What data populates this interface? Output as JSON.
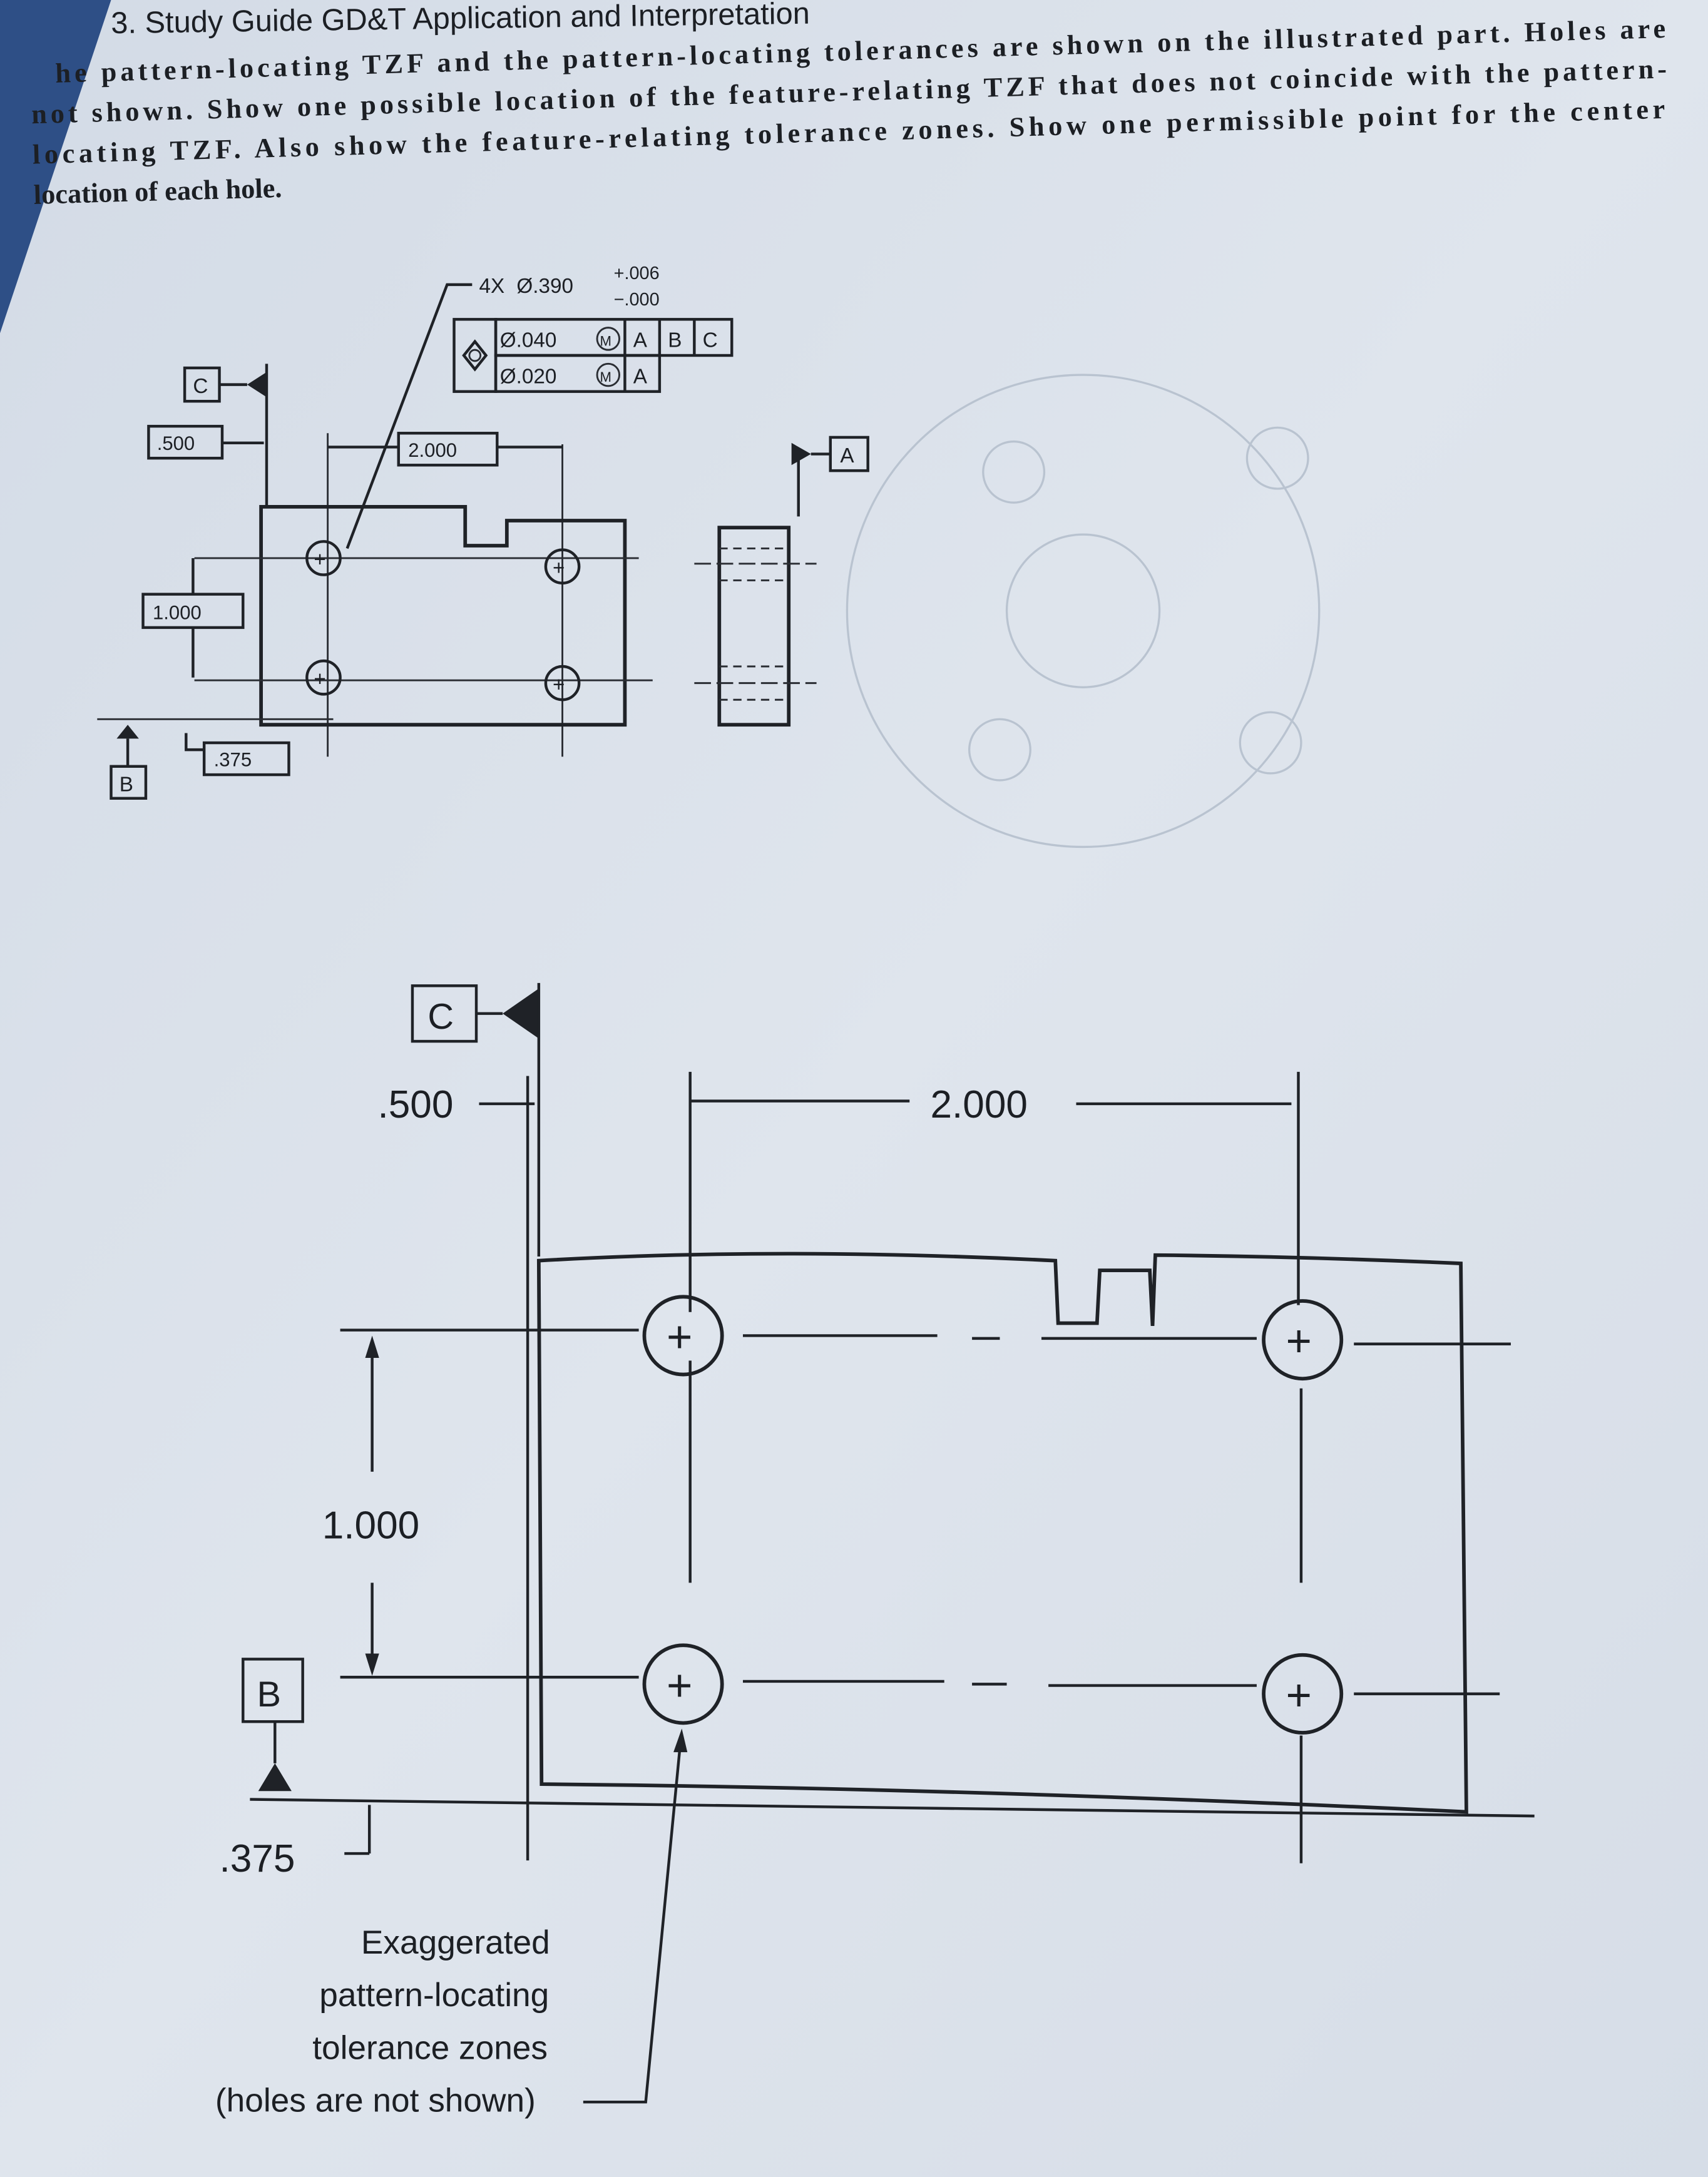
{
  "header": {
    "title": "3. Study Guide GD&T Application and Interpretation"
  },
  "instructions": {
    "lines": [
      "he pattern-locating TZF and the pattern-locating tolerances are shown on the illustrated part. Holes are",
      "not shown. Show one possible location of the feature-relating TZF that does not coincide with the pattern-",
      "locating TZF. Also show the feature-relating tolerance zones. Show one permissible point for the center",
      "location of each hole."
    ]
  },
  "small_drawing": {
    "hole_callout": {
      "count": "4X",
      "size": "Ø.390",
      "tol_plus": "+.006",
      "tol_minus": "−.000"
    },
    "fcf": {
      "symbol": "position-icon",
      "row1": {
        "tolerance": "Ø.040",
        "modifier": "M",
        "datums": [
          "A",
          "B",
          "C"
        ]
      },
      "row2": {
        "tolerance": "Ø.020",
        "modifier": "M",
        "datums": [
          "A"
        ]
      }
    },
    "datum_c": "C",
    "datum_a": "A",
    "datum_b": "B",
    "dim_500": ".500",
    "dim_2000": "2.000",
    "dim_1000": "1.000",
    "dim_375": ".375"
  },
  "large_drawing": {
    "datum_c": "C",
    "datum_b": "B",
    "dim_500": ".500",
    "dim_2000": "2.000",
    "dim_1000": "1.000",
    "dim_375": ".375",
    "note_lines": [
      "Exaggerated",
      "pattern-locating",
      "tolerance zones",
      "(holes are not shown)"
    ]
  },
  "colors": {
    "paper": "#d9e0e9",
    "ink": "#1f2227",
    "binder_edge": "#2e4f86"
  }
}
